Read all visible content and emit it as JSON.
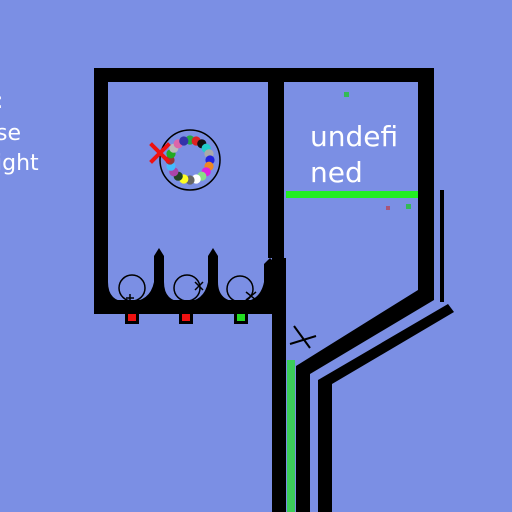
{
  "side_text": {
    "line1": ":",
    "line2": "se",
    "line3": "ight"
  },
  "panel_text": {
    "line1": "undefi",
    "line2": "ned"
  },
  "colors": {
    "background": "#7b8fe4",
    "wall": "#000000",
    "text": "#ffffff",
    "goal_line": "#22ee22",
    "track_fill": "#3ccc5a",
    "marker_x": "#ee1111",
    "indicator_red": "#ee1111",
    "indicator_green": "#22dd22"
  },
  "ball_cluster": {
    "ball_colors": [
      "#22aa44",
      "#dd2222",
      "#111111",
      "#22cccc",
      "#aaaaaa",
      "#2222dd",
      "#ee8822",
      "#dd22dd",
      "#88dd88",
      "#ffffff",
      "#666666",
      "#ffff22",
      "#224422",
      "#aa44aa",
      "#44bbff",
      "#993333",
      "#22aa22",
      "#bbbbbb",
      "#dd66aa",
      "#3333aa"
    ]
  },
  "bins": [
    {
      "indicator": "red"
    },
    {
      "indicator": "red"
    },
    {
      "indicator": "green"
    }
  ],
  "icons": {
    "marker": "x-mark-icon",
    "bin_marker": "cross-icon"
  }
}
